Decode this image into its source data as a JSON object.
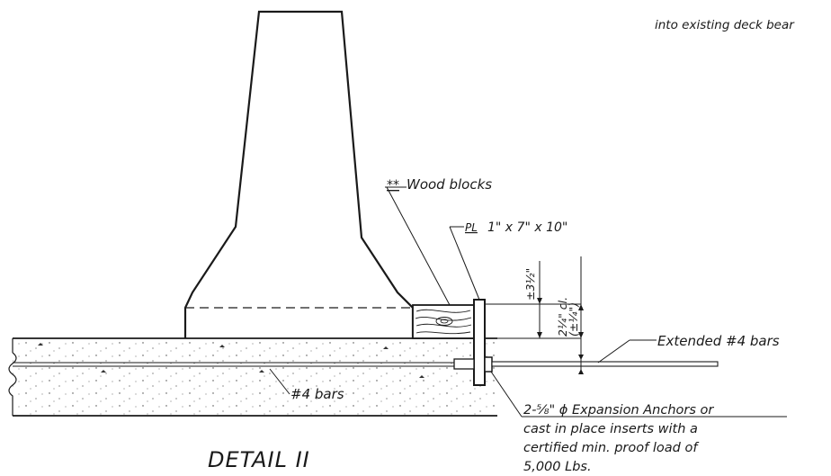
{
  "labels": {
    "top_note": "into existing deck bear",
    "wood_blocks_marker": "**",
    "wood_blocks_text": "Wood blocks",
    "plate_symbol": "PL",
    "plate_dims": "1\" x 7\" x 10\"",
    "dim_3half": "±3½\"",
    "dim_2quarter": "2¼\" cl.",
    "dim_tolerance": "(±¼\")",
    "extended_bars": "Extended #4 bars",
    "bars4": "#4 bars",
    "anchor_line1": "2-⅝\" ϕ Expansion Anchors or",
    "anchor_line2": "cast in place inserts with a",
    "anchor_line3": "certified min. proof load of",
    "anchor_line4": "5,000 Lbs.",
    "detail_title": "DETAIL II"
  }
}
